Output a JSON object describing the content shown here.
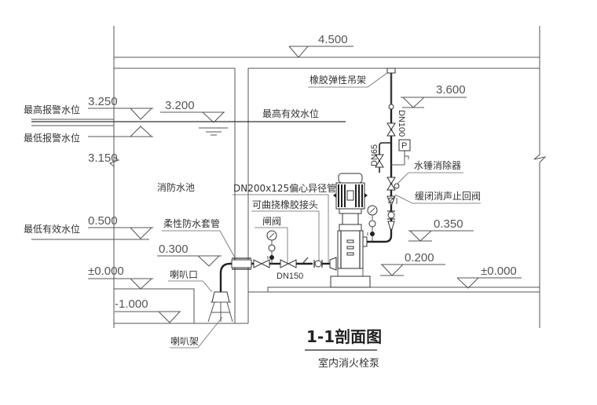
{
  "drawing": {
    "title": "1-1剖面图",
    "subtitle": "室内消火栓泵"
  },
  "elevations": {
    "roof": "4.500",
    "highest_alarm": "3.250",
    "highest_effective": "3.200",
    "lowest_alarm": "3.150",
    "pipe_top": "3.600",
    "lowest_effective": "0.500",
    "inlet_pipe": "0.300",
    "pool_floor": "±0.000",
    "pit_bottom": "-1.000",
    "outlet_pipe": "0.350",
    "pump_base": "0.200",
    "room_floor": "±0.000"
  },
  "labels": {
    "highest_alarm_level": "最高报警水位",
    "lowest_alarm_level": "最低报警水位",
    "highest_effective_level": "最高有效水位",
    "lowest_effective_level": "最低有效水位",
    "fire_pool": "消防水池",
    "rubber_hanger": "橡胶弹性吊架",
    "water_hammer_arrester": "水锤消除器",
    "slow_close_check_valve": "缓闭消声止回阀",
    "eccentric_reducer": "DN200x125偏心异径管",
    "flexible_joint": "可曲挠橡胶接头",
    "gate_valve": "闸阀",
    "flexible_sleeve": "柔性防水套管",
    "bell_mouth": "喇叭口",
    "bell_mouth_support": "喇叭架"
  },
  "pipe_sizes": {
    "suction": "DN150",
    "discharge": "DN100",
    "test_line": "DN65"
  },
  "symbols": {
    "pressure_switch": "P"
  }
}
